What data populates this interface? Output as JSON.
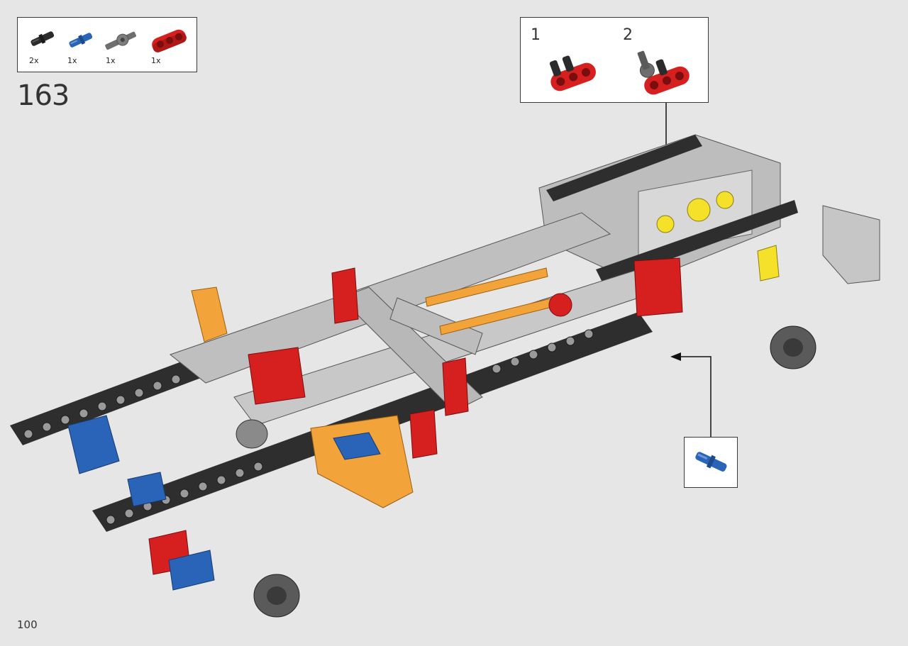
{
  "step": {
    "number": "163"
  },
  "page": {
    "number": "100"
  },
  "parts_list": [
    {
      "name": "black-pin",
      "quantity": "2x",
      "color": "#2b2b2b"
    },
    {
      "name": "blue-axle-pin",
      "quantity": "1x",
      "color": "#2a64b8"
    },
    {
      "name": "gray-axle-connector",
      "quantity": "1x",
      "color": "#6e6e6e"
    },
    {
      "name": "red-liftarm",
      "quantity": "1x",
      "color": "#d62020"
    }
  ],
  "sub_steps": [
    {
      "label": "1"
    },
    {
      "label": "2"
    }
  ],
  "colors": {
    "background": "#e6e6e6",
    "beam_dark": "#2e2e2e",
    "beam_light": "#bfbfbf",
    "red": "#d62020",
    "orange": "#f2a33a",
    "blue": "#2a64b8",
    "yellow": "#f5e12a"
  }
}
